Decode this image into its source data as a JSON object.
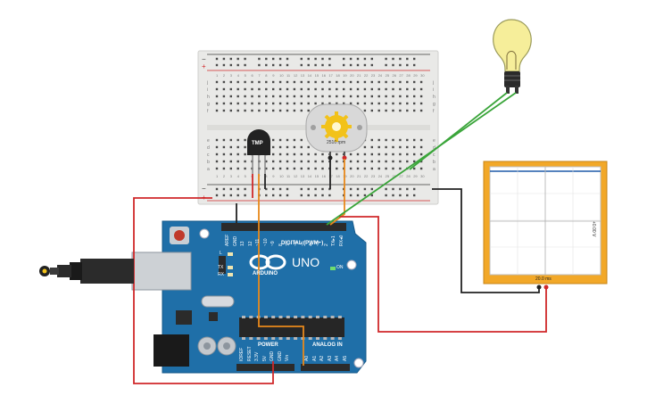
{
  "colors": {
    "breadboard": "#e9e9e7",
    "arduino": "#1f6fa8",
    "wire_red": "#d0282a",
    "wire_black": "#222222",
    "wire_orange": "#e8891b",
    "wire_green": "#3aa53a",
    "oscilloscope_frame": "#f2a828",
    "bulb": "#f6ee9a"
  },
  "breadboard": {
    "row_letters_top": [
      "j",
      "i",
      "h",
      "g",
      "f"
    ],
    "row_letters_bottom": [
      "e",
      "d",
      "c",
      "b",
      "a"
    ],
    "column_numbers": [
      "1",
      "2",
      "3",
      "4",
      "5",
      "6",
      "7",
      "8",
      "9",
      "10",
      "11",
      "12",
      "13",
      "14",
      "15",
      "16",
      "17",
      "18",
      "19",
      "20",
      "21",
      "22",
      "23",
      "24",
      "25",
      "26",
      "27",
      "28",
      "29",
      "30"
    ]
  },
  "temp_sensor": {
    "label": "TMP"
  },
  "motor": {
    "speed_text": "2510 rpm"
  },
  "arduino": {
    "model": "UNO",
    "brand": "ARDUINO",
    "digital_header": "DIGITAL (PWM~)",
    "on_label": "ON",
    "l_label": "L",
    "tx_label": "TX",
    "rx_label": "RX",
    "power_header": "POWER",
    "analog_header": "ANALOG IN",
    "digital_pins": [
      "AREF",
      "GND",
      "13",
      "12",
      "~11",
      "~10",
      "~9",
      "8",
      "7",
      "~6",
      "~5",
      "4",
      "~3",
      "2",
      "TX▸1",
      "RX◂0"
    ],
    "power_pins": [
      "IOREF",
      "RESET",
      "3.3V",
      "5V",
      "GND",
      "GND",
      "Vin"
    ],
    "analog_pins": [
      "A0",
      "A1",
      "A2",
      "A3",
      "A4",
      "A5"
    ]
  },
  "oscilloscope": {
    "time_label": "20.0 ms",
    "volt_label": "+0.00 V"
  }
}
